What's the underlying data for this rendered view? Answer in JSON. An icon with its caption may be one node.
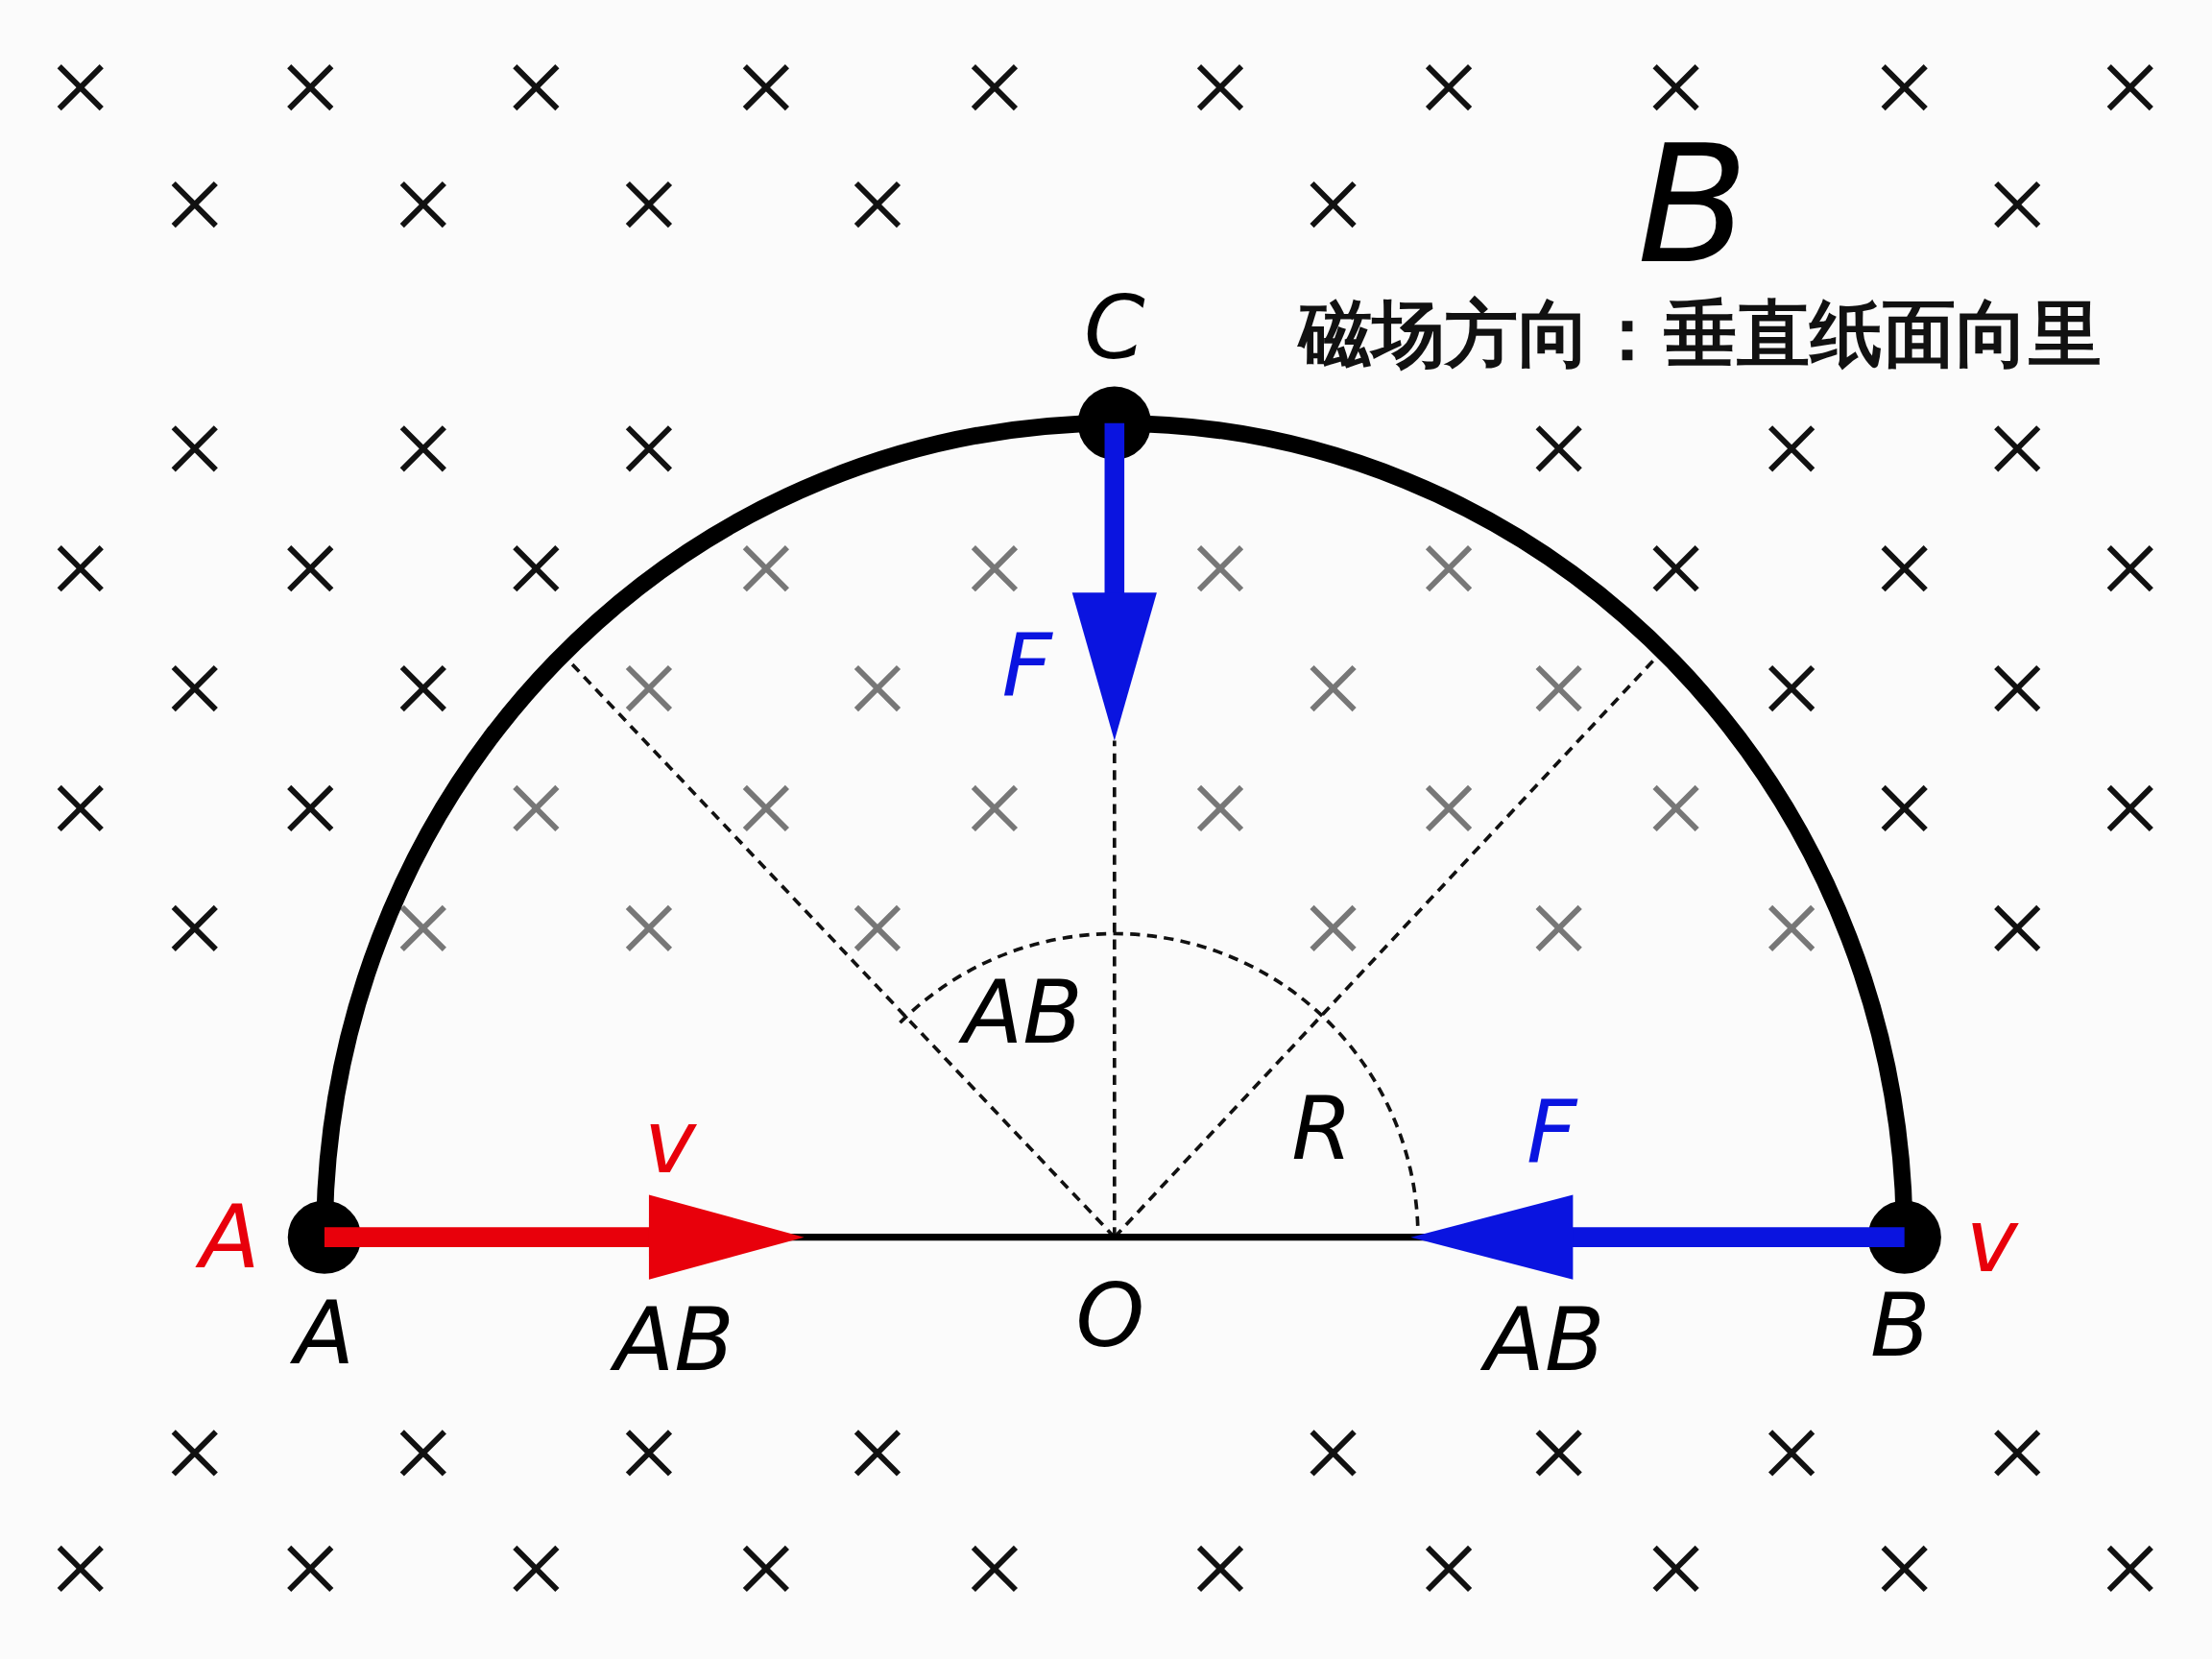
{
  "diagram": {
    "labels": [
      "B",
      "磁场方向：垂直纸面向里",
      "C",
      "F",
      "AB",
      "R",
      "v",
      "A",
      "A",
      "AB",
      "O",
      "F",
      "AB",
      "B",
      "v"
    ]
  }
}
